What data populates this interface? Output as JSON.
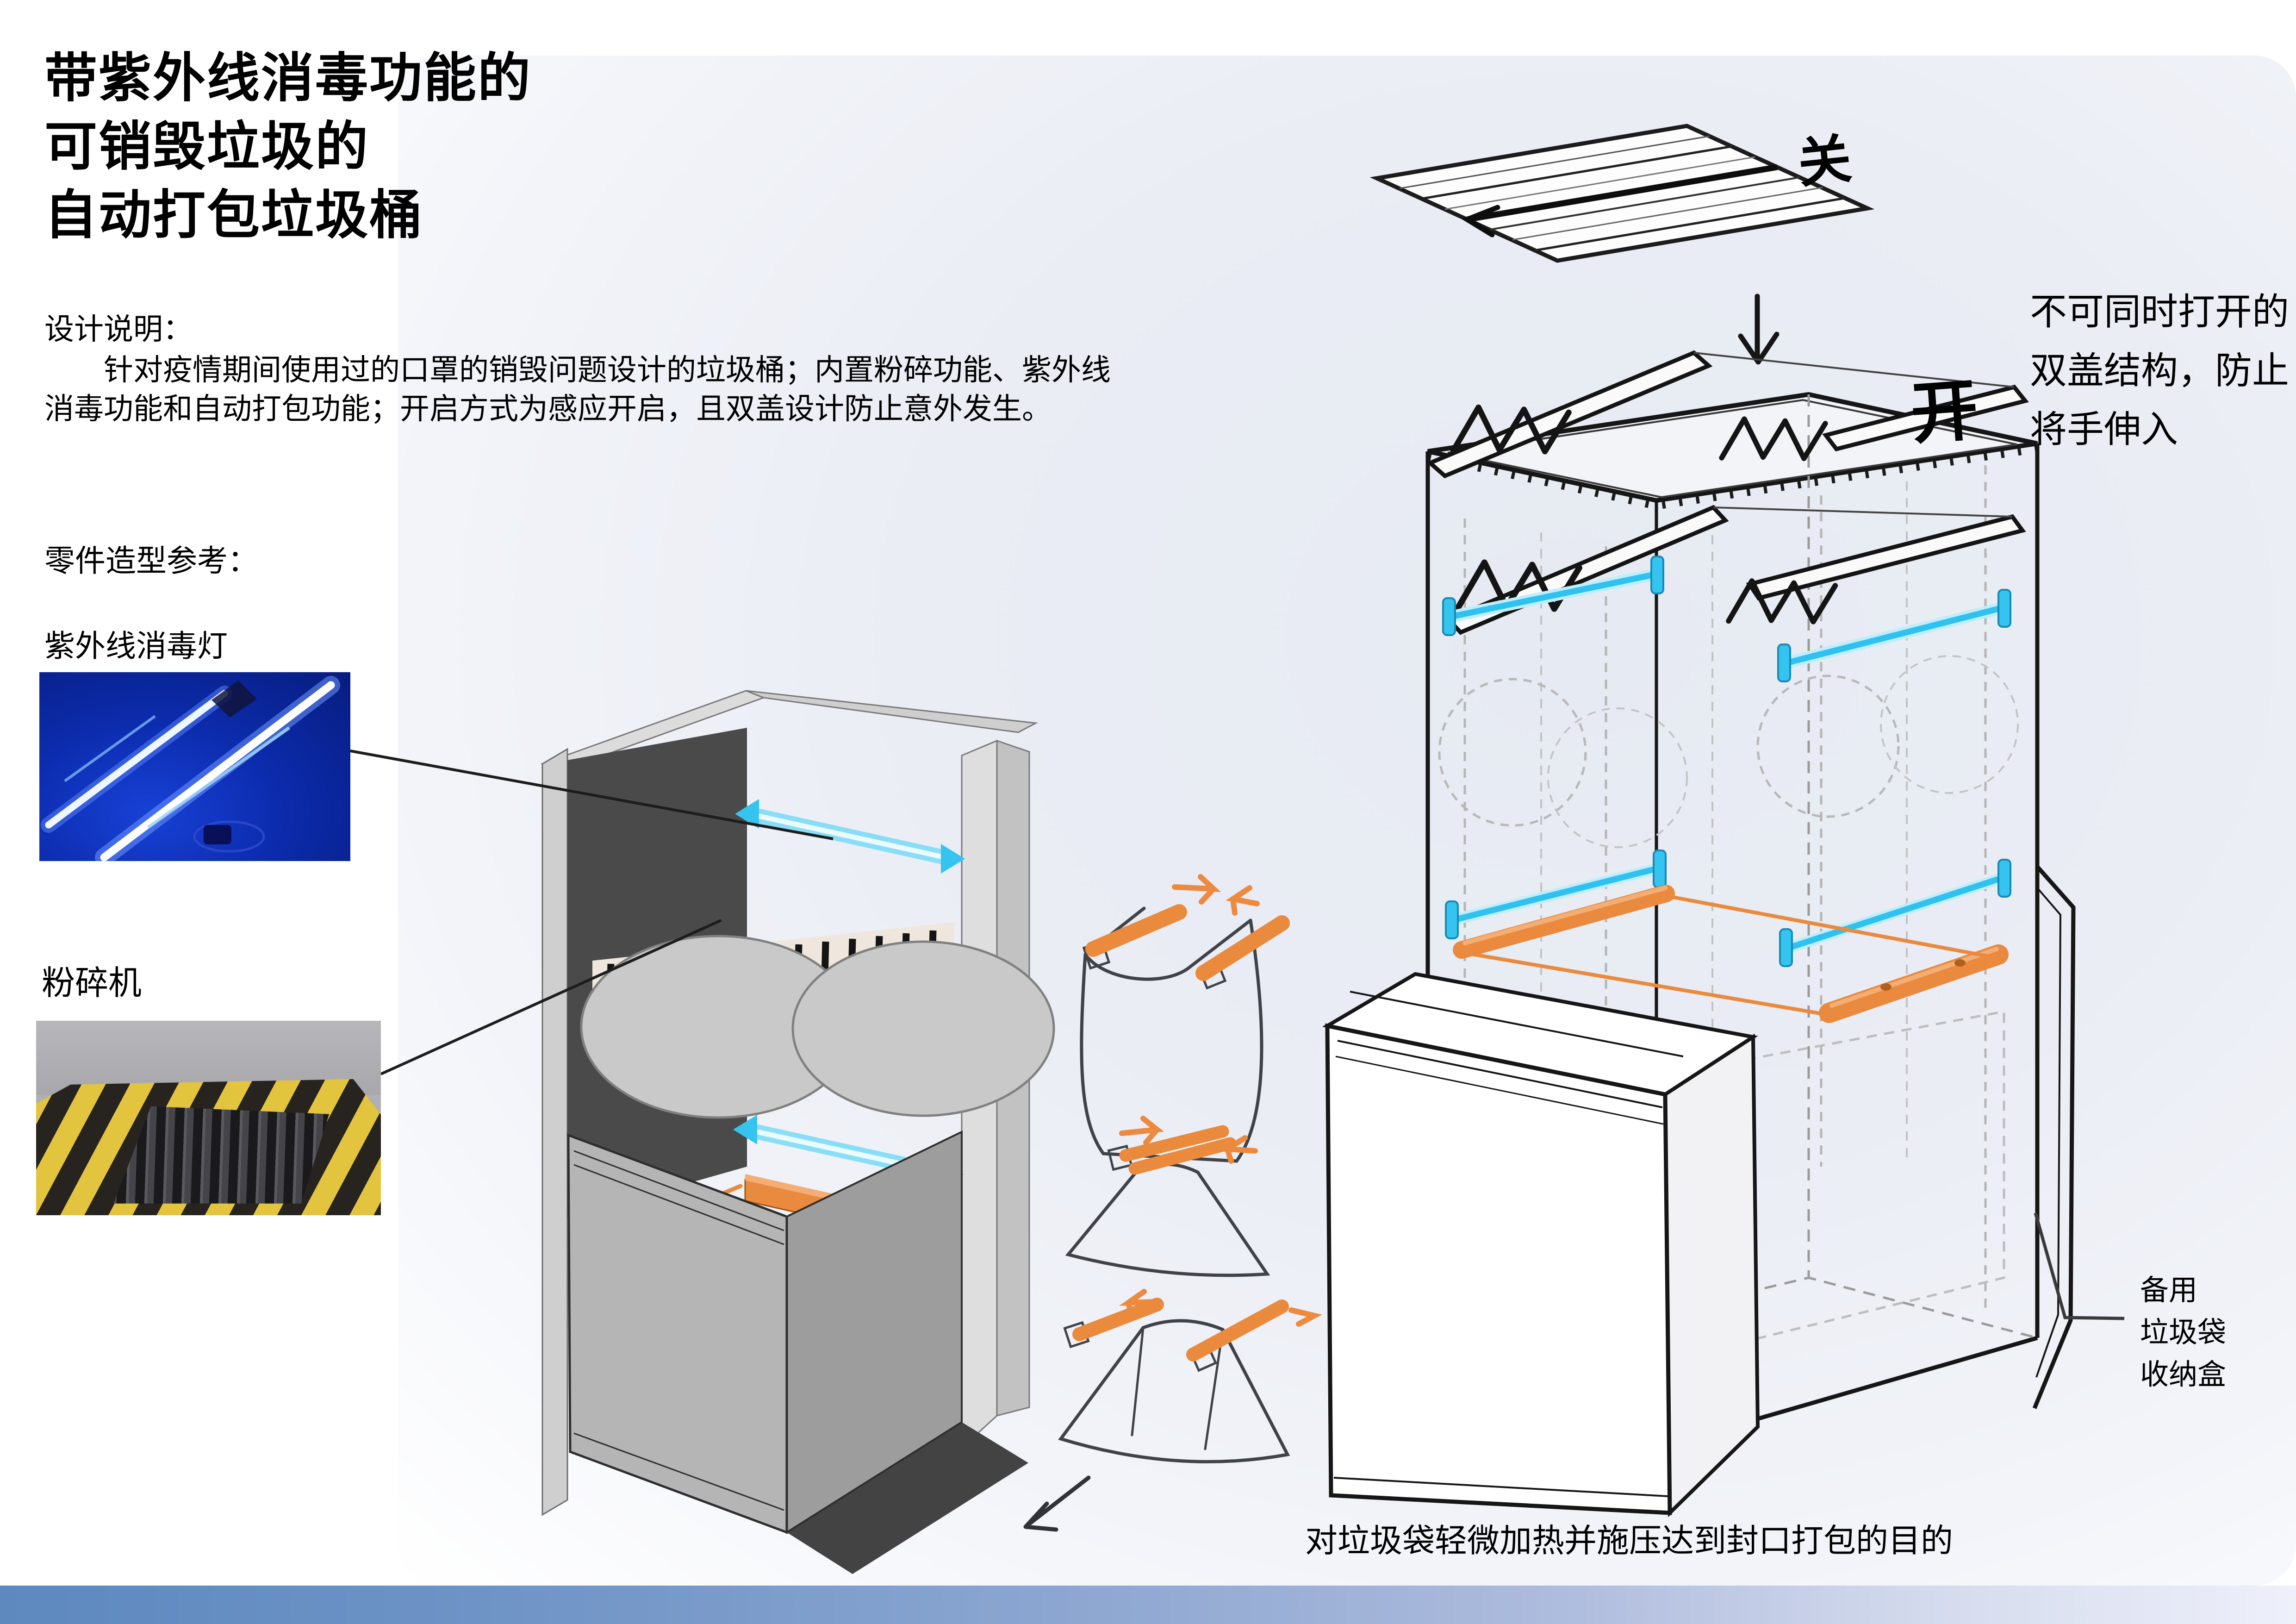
{
  "title": {
    "line1": "带紫外线消毒功能的",
    "line2": "可销毁垃圾的",
    "line3": "自动打包垃圾桶"
  },
  "design_notes": {
    "heading": "设计说明：",
    "line1": "针对疫情期间使用过的口罩的销毁问题设计的垃圾桶；内置粉碎功能、紫外线",
    "line2": "消毒功能和自动打包功能；开启方式为感应开启，且双盖设计防止意外发生。"
  },
  "parts_reference": {
    "heading": "零件造型参考：",
    "uv_lamp_label": "紫外线消毒灯",
    "shredder_label": "粉碎机"
  },
  "diagram_annotations": {
    "closed_label": "关",
    "open_label": "开",
    "lid_note_line1": "不可同时打开的",
    "lid_note_line2": "双盖结构，防止",
    "lid_note_line3": "将手伸入",
    "spare_note_line1": "备用",
    "spare_note_line2": "垃圾袋",
    "spare_note_line3": "收纳盒",
    "seal_caption": "对垃圾袋轻微加热并施压达到封口打包的目的"
  },
  "colors": {
    "uv_cyan": "#2fc1ef",
    "uv_glow": "#bfeefb",
    "heater_orange": "#e98a3e",
    "sketch_black": "#161616",
    "uv_photo_blue": "#0c2cae",
    "hazard_yellow": "#e2c43e",
    "footer_blue_left": "#5d89bf",
    "footer_blue_right": "#eef0fa"
  },
  "icons": {
    "down_arrow": "transition-from-closed-to-open",
    "squeeze_arrows": "heater-bars-press-together",
    "release_arrows": "heater-bars-move-apart",
    "drop_arrow": "sealed-bag-drops-down"
  }
}
